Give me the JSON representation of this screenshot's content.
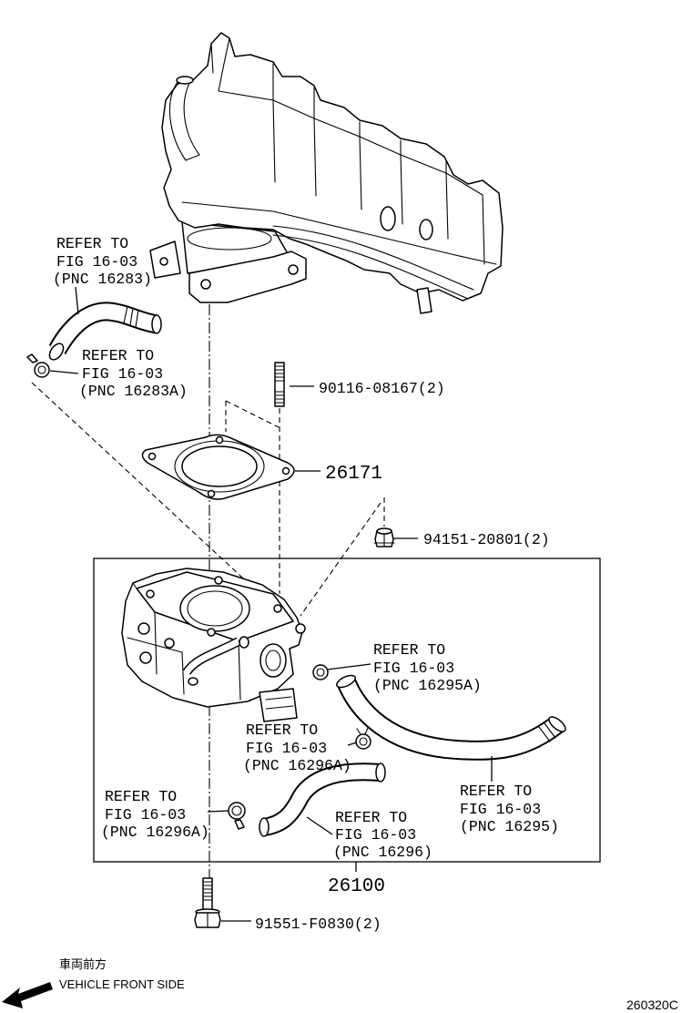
{
  "callouts": {
    "ref_pnc_16283": [
      "REFER TO",
      "FIG 16-03",
      "(PNC 16283)"
    ],
    "ref_pnc_16283a": [
      "REFER TO",
      "FIG 16-03",
      "(PNC 16283A)"
    ],
    "ref_pnc_16295a": [
      "REFER TO",
      "FIG 16-03",
      "(PNC 16295A)"
    ],
    "ref_pnc_16296a_upper": [
      "REFER TO",
      "FIG 16-03",
      "(PNC 16296A)"
    ],
    "ref_pnc_16295": [
      "REFER TO",
      "FIG 16-03",
      "(PNC 16295)"
    ],
    "ref_pnc_16296a_lower": [
      "REFER TO",
      "FIG 16-03",
      "(PNC 16296A)"
    ],
    "ref_pnc_16296": [
      "REFER TO",
      "FIG 16-03",
      "(PNC 16296)"
    ]
  },
  "parts": {
    "stud": "90116-08167(2)",
    "gasket": "26171",
    "nut": "94151-20801(2)",
    "throttle_body": "26100",
    "bolt": "91551-F0830(2)"
  },
  "direction": {
    "jp": "車両前方",
    "en": "VEHICLE FRONT SIDE"
  },
  "diagram_id": "260320C"
}
